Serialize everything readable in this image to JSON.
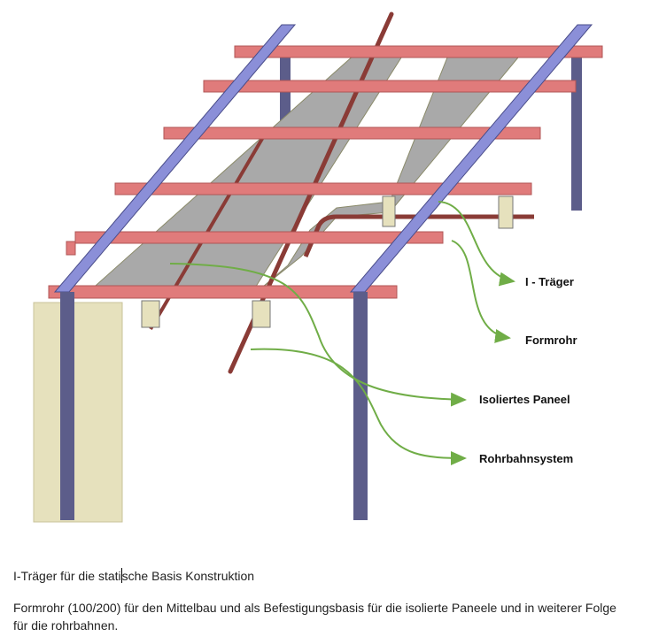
{
  "diagram": {
    "labels": {
      "i_traeger": "I - Träger",
      "formrohr": "Formrohr",
      "isoliertes_paneel": "Isoliertes Paneel",
      "rohrbahnsystem": "Rohrbahnsystem"
    },
    "colors": {
      "tube": "#e07b7b",
      "beam": "#8b8fd8",
      "column": "#5c5d8a",
      "panel": "#a9a9a9",
      "pipe": "#8a3b36",
      "block": "#e6e1bd",
      "arrow": "#70ad47"
    }
  },
  "text": {
    "line1_a": "I-Träger für die stati",
    "line1_b": "sche Basis Konstruktion",
    "paragraph2": "Formrohr (100/200) für den Mittelbau und als Befestigungsbasis für die isolierte Paneele und in weiterer Folge für die rohrbahnen."
  }
}
